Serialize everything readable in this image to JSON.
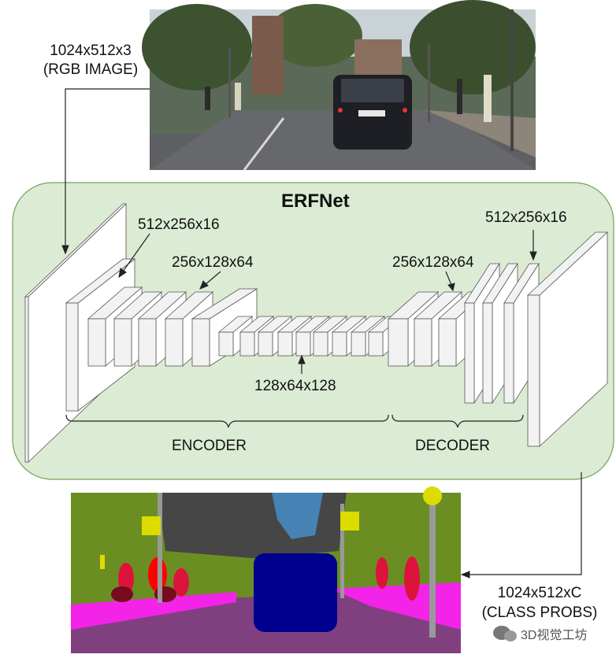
{
  "title": "ERFNet",
  "input_label": {
    "line1": "1024x512x3",
    "line2": "(RGB IMAGE)"
  },
  "output_label": {
    "line1": "1024x512xC",
    "line2": "(CLASS PROBS)"
  },
  "dims": {
    "enc1": "512x256x16",
    "enc2": "256x128x64",
    "mid": "128x64x128",
    "dec2": "256x128x64",
    "dec1": "512x256x16"
  },
  "encoder_label": "ENCODER",
  "decoder_label": "DECODER",
  "watermark": "3D视觉工坊",
  "colors": {
    "panel_fill": "#dcebd3",
    "panel_stroke": "#6fa45c",
    "block_face": "#ffffff",
    "block_side": "#f2f2f2",
    "block_stroke": "#555555"
  },
  "images": {
    "input": {
      "description_icon": "street-photo"
    },
    "output": {
      "description_icon": "segmentation-map"
    }
  }
}
